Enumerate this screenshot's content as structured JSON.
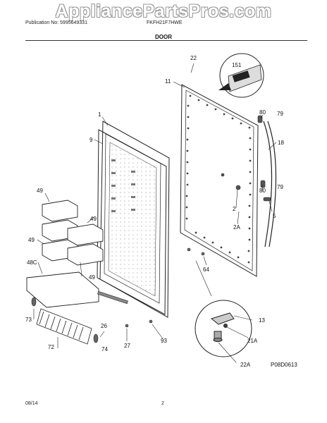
{
  "watermark": "AppliancePartsPros.com",
  "header": {
    "publication": "Publication No: 5995649331",
    "model": "FKFH21F7HWE",
    "section_title": "DOOR"
  },
  "labels": {
    "p22": "22",
    "p151": "151",
    "p11": "11",
    "p1": "1",
    "p9": "9",
    "p80a": "80",
    "p79a": "79",
    "p18": "18",
    "p80b": "80",
    "p79b": "79",
    "p2": "2",
    "p5": "5",
    "p2A": "2A",
    "p64": "64",
    "p49a": "49",
    "p49b": "49",
    "p49c": "49",
    "p49d": "49",
    "p48C": "48C",
    "p73": "73",
    "p26": "26",
    "p13": "13",
    "p72": "72",
    "p74": "74",
    "p27": "27",
    "p93": "93",
    "p21A": "21A",
    "p22A": "22A"
  },
  "diagram_code": "P08D0613",
  "footer": {
    "date": "08/14",
    "page": "2"
  }
}
